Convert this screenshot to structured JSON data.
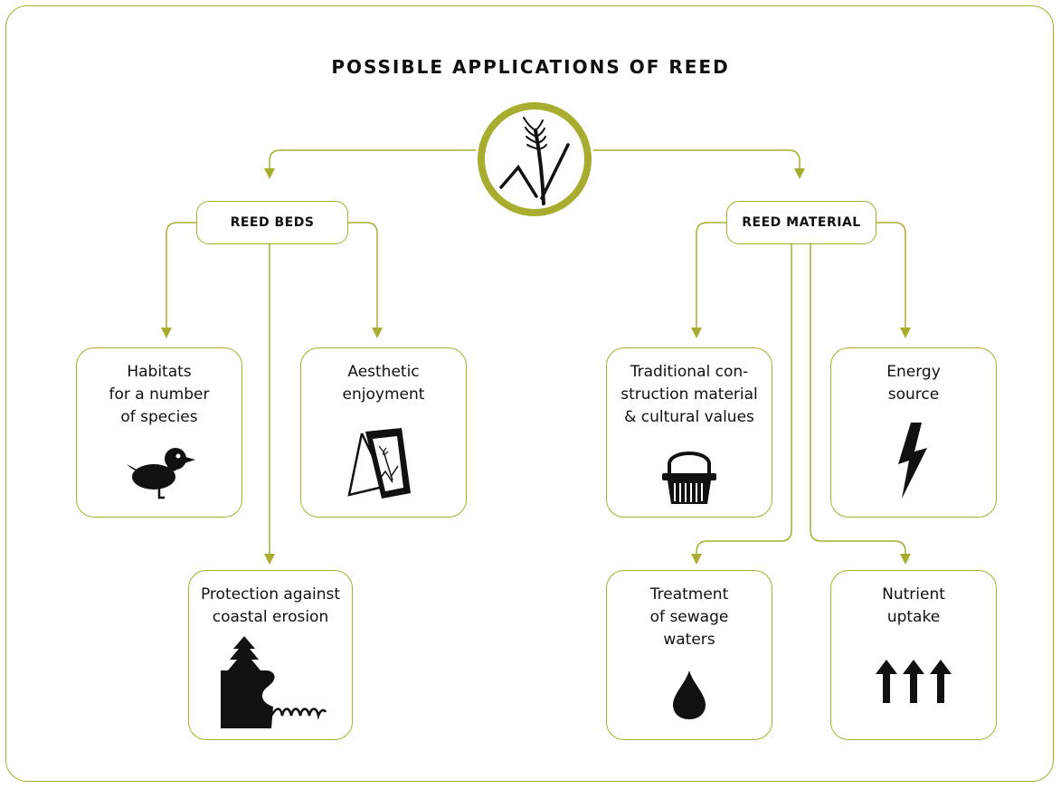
{
  "title": "POSSIBLE APPLICATIONS OF REED",
  "colors": {
    "accent": "#a9ad2f",
    "text": "#111111",
    "background": "#ffffff"
  },
  "center": {
    "icon": "reed-plant-icon"
  },
  "branches": [
    {
      "label": "REED BEDS",
      "children": [
        {
          "label": "Habitats\nfor a number\nof species",
          "icon": "duck-icon"
        },
        {
          "label": "Aesthetic\nenjoyment",
          "icon": "easel-painting-icon"
        },
        {
          "label": "Protection against\ncoastal erosion",
          "icon": "coast-erosion-icon"
        }
      ]
    },
    {
      "label": "REED MATERIAL",
      "children": [
        {
          "label": "Traditional con-\nstruction material\n& cultural values",
          "icon": "basket-icon"
        },
        {
          "label": "Energy\nsource",
          "icon": "lightning-icon"
        },
        {
          "label": "Treatment\nof sewage\nwaters",
          "icon": "water-drop-icon"
        },
        {
          "label": "Nutrient\nuptake",
          "icon": "three-up-arrows-icon"
        }
      ]
    }
  ]
}
